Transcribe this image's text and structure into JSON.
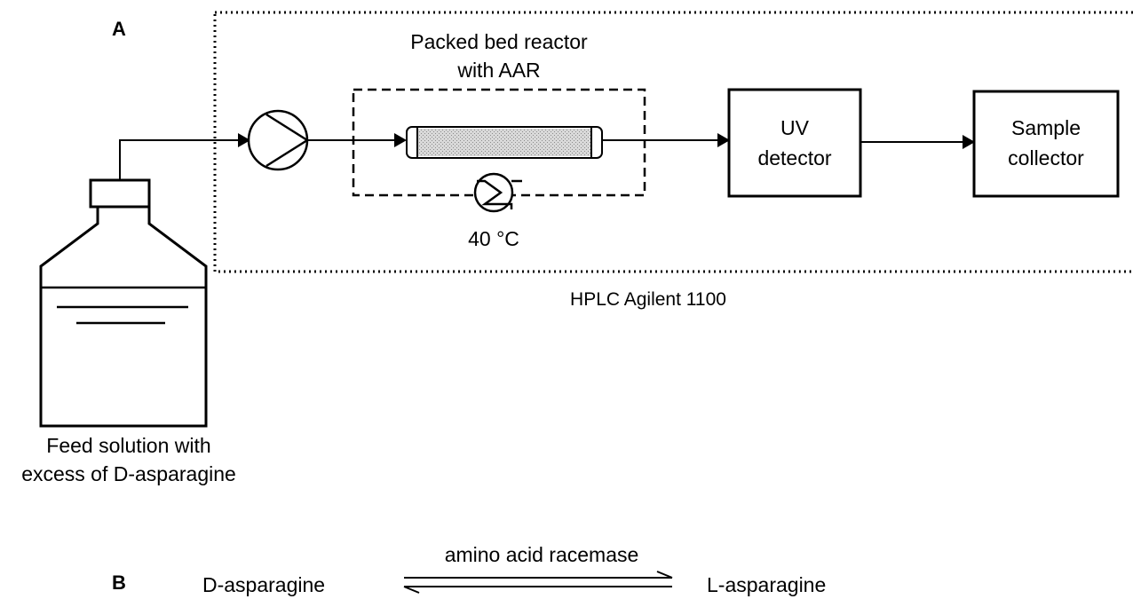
{
  "panel_a": {
    "letter": "A",
    "reactor_title_line1": "Packed bed reactor",
    "reactor_title_line2": "with AAR",
    "temperature": "40 °C",
    "uv_line1": "UV",
    "uv_line2": "detector",
    "collector_line1": "Sample",
    "collector_line2": "collector",
    "hplc_label": "HPLC Agilent 1100",
    "feed_line1": "Feed solution with",
    "feed_line2": "excess of D-asparagine"
  },
  "panel_b": {
    "letter": "B",
    "reactant": "D-asparagine",
    "enzyme": "amino acid racemase",
    "product": "L-asparagine"
  }
}
